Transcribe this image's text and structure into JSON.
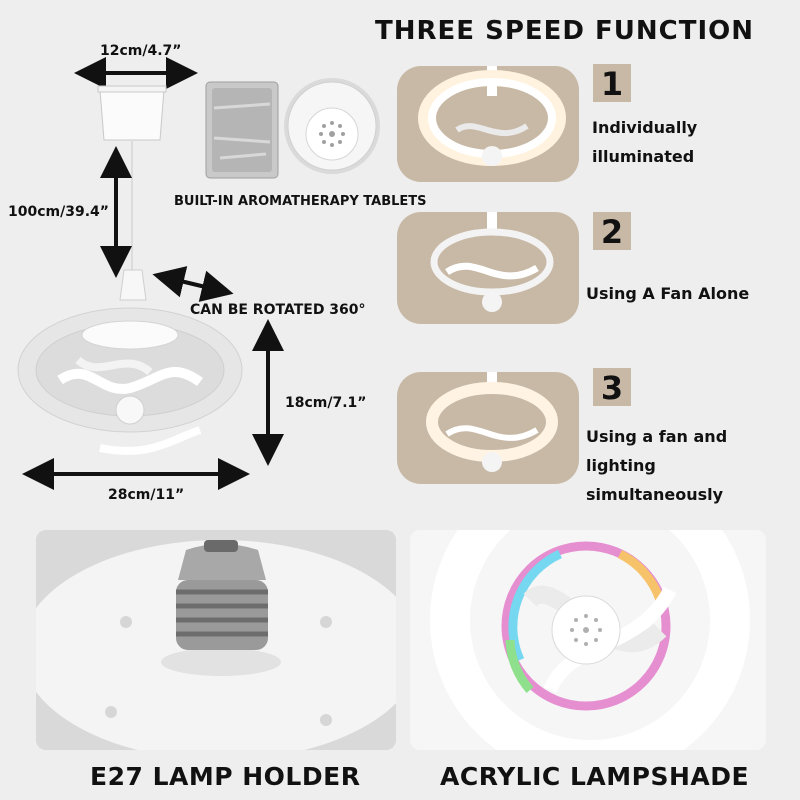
{
  "title": "THREE SPEED FUNCTION",
  "dimensions": {
    "canopy_width": "12cm/4.7”",
    "cable_length": "100cm/39.4”",
    "height": "18cm/7.1”",
    "diameter": "28cm/11”",
    "rotation": "CAN BE ROTATED 360°"
  },
  "aromatherapy_caption": "BUILT-IN AROMATHERAPY TABLETS",
  "modes": [
    {
      "number": "1",
      "line1": "Individually",
      "line2": "illuminated"
    },
    {
      "number": "2",
      "line1": "Using A Fan Alone",
      "line2": ""
    },
    {
      "number": "3",
      "line1": "Using a fan and lighting",
      "line2": "simultaneously"
    }
  ],
  "bottom_labels": {
    "left": "E27 LAMP HOLDER",
    "right": "ACRYLIC LAMPSHADE"
  },
  "colors": {
    "background": "#eeeeee",
    "accent": "#c8b9a6",
    "text": "#111111"
  }
}
